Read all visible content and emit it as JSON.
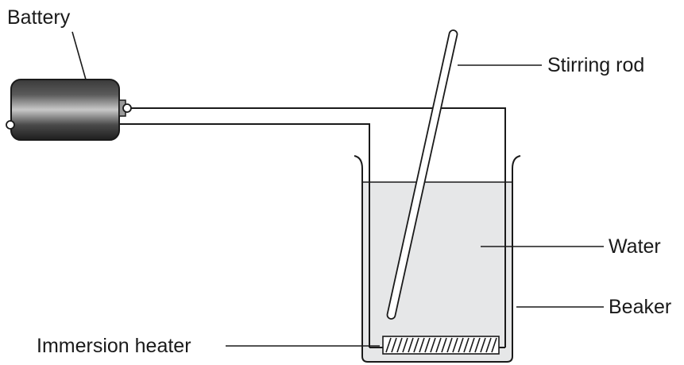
{
  "labels": {
    "battery": "Battery",
    "stirring_rod": "Stirring rod",
    "water": "Water",
    "beaker": "Beaker",
    "immersion_heater": "Immersion heater"
  },
  "colors": {
    "water_fill": "#e6e7e8",
    "battery_dark": "#2b2b2b",
    "battery_light": "#bdbdbd",
    "stroke": "#1a1a1a"
  }
}
